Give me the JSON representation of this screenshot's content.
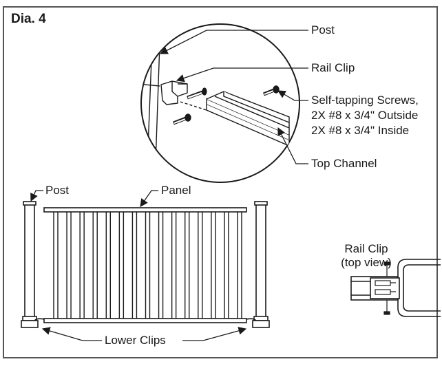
{
  "figure": {
    "title": "Dia. 4",
    "callouts": {
      "post_top": "Post",
      "rail_clip": "Rail Clip",
      "screws_line1": "Self-tapping Screws,",
      "screws_line2": "2X #8 x 3/4\" Outside",
      "screws_line3": "2X #8 x 3/4\" Inside",
      "top_channel": "Top Channel",
      "post_bottom": "Post",
      "panel": "Panel",
      "lower_clips": "Lower Clips",
      "rail_clip_top_view_line1": "Rail Clip",
      "rail_clip_top_view_line2": "(top view)"
    }
  },
  "colors": {
    "line": "#1a1a1a",
    "border": "#555555",
    "background": "#ffffff"
  }
}
